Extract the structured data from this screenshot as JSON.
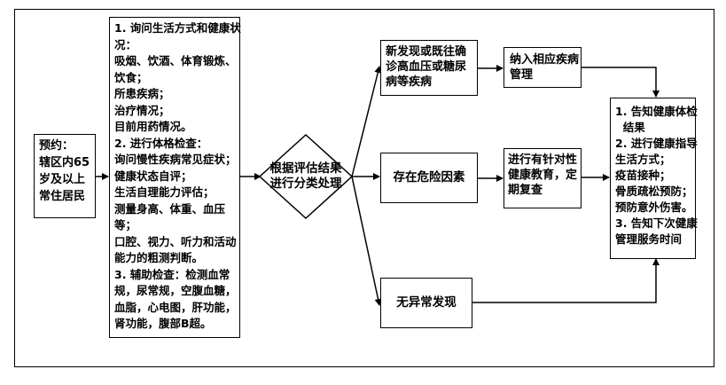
{
  "booking": {
    "lines": [
      "预约：",
      "辖区内65",
      "岁及以上",
      "常住居民"
    ]
  },
  "services": {
    "lines": [
      "1. 询问生活方式和健康状",
      "况：",
      "吸烟、饮酒、体育锻炼、",
      "饮食；",
      "所患疾病；",
      "治疗情况；",
      "目前用药情况。",
      "2. 进行体格检查：",
      "询问慢性疾病常见症状；",
      "健康状态自评；",
      "生活自理能力评估；",
      "测量身高、体重、血压",
      "等；",
      "口腔、视力、听力和活动",
      "能力的粗测判断。",
      "3. 辅助检查：检测血常",
      "规，尿常规，空腹血糖，",
      "血脂，心电图，肝功能，",
      "肾功能，腹部B超。"
    ]
  },
  "decision": {
    "lines": [
      "根据评估结果",
      "进行分类处理"
    ]
  },
  "outcome_disease": {
    "lines": [
      "新发现或既往确",
      "诊高血压或糖尿",
      "病等疾病"
    ]
  },
  "outcome_risk": {
    "lines": [
      "存在危险因素"
    ]
  },
  "outcome_normal": {
    "lines": [
      "无异常发现"
    ]
  },
  "manage": {
    "lines": [
      "纳入相应疾病",
      "管理"
    ]
  },
  "education": {
    "lines": [
      "进行有针对性",
      "健康教育，定",
      "期复查"
    ]
  },
  "final": {
    "lines": [
      "1. 告知健康体检",
      "  结果",
      "2. 进行健康指导",
      "生活方式；",
      "疫苗接种；",
      "骨质疏松预防；",
      "预防意外伤害。",
      "3. 告知下次健康",
      "管理服务时间"
    ]
  }
}
